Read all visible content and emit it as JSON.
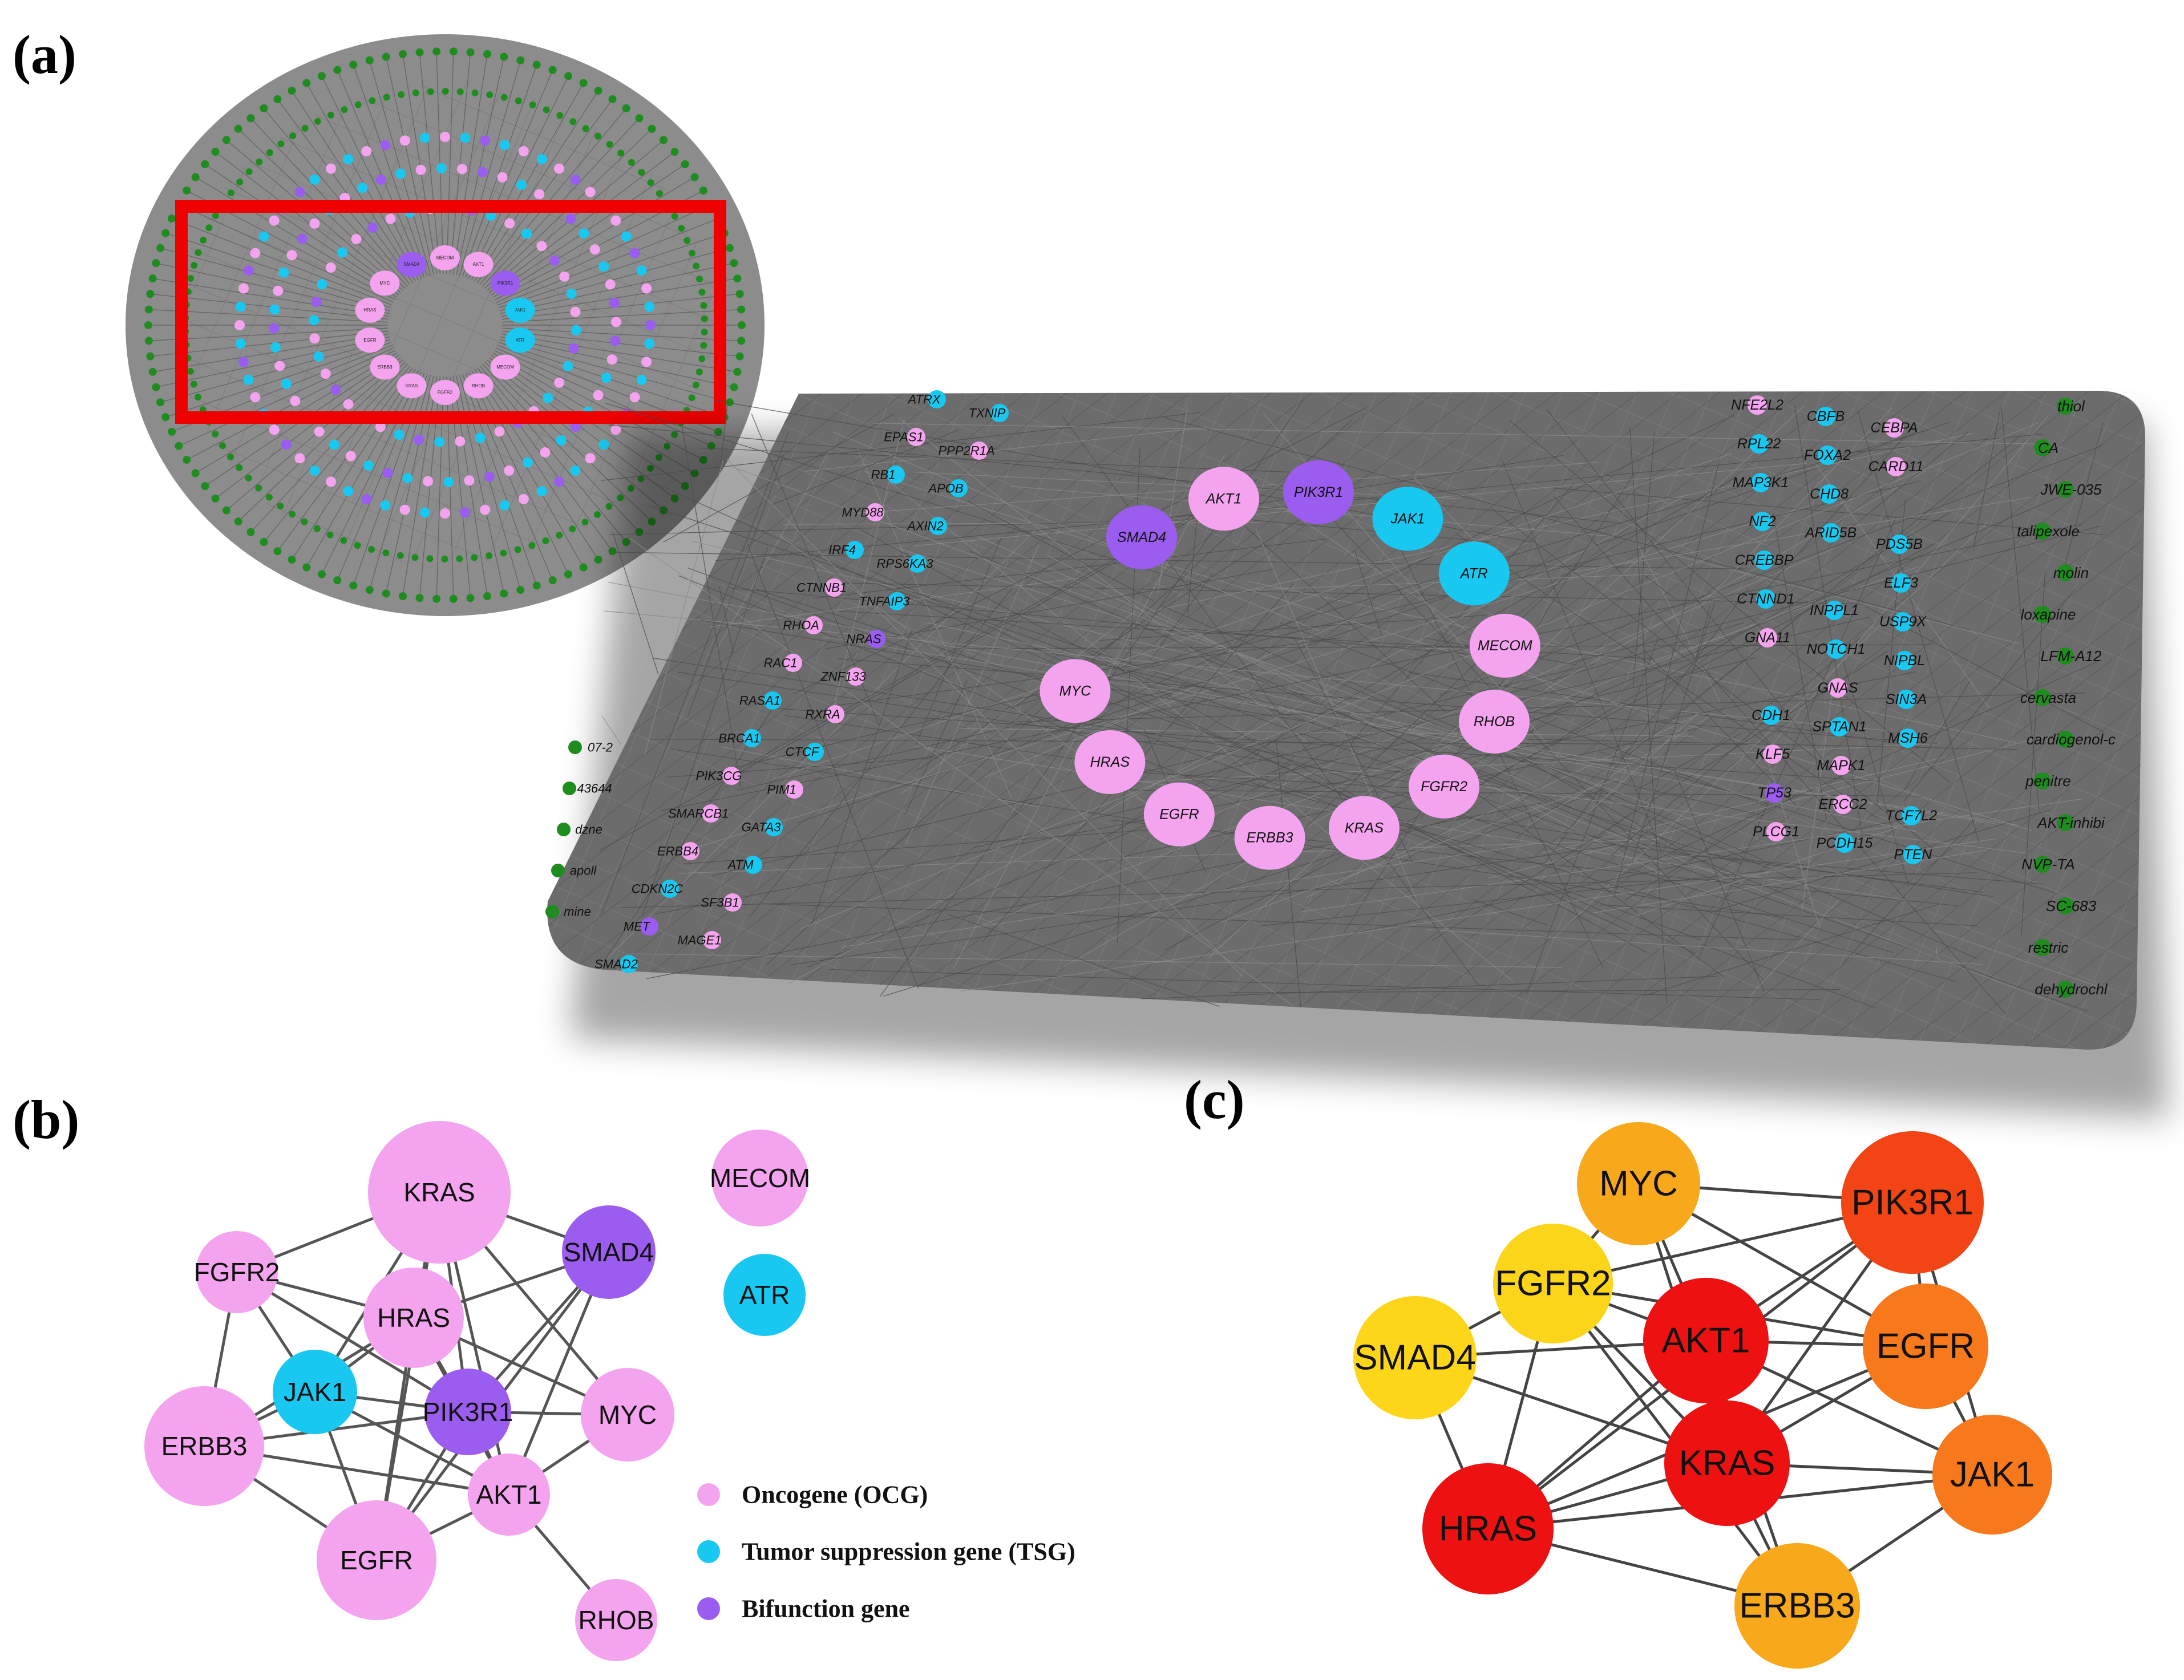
{
  "colors": {
    "oncogene": "#f4a4ef",
    "tsg": "#18c8f0",
    "bifunction": "#9b5cf0",
    "drug": "#1e8c1e",
    "edge": "#555555",
    "plate": "#6a6a6a",
    "highlight": "#ee0000"
  },
  "panel_labels": {
    "a": "(a)",
    "b": "(b)",
    "c": "(c)"
  },
  "panel_a": {
    "overview_labels": [
      "MECOM",
      "AKT1",
      "PIK3R1",
      "JAK1",
      "ATR",
      "MECOM",
      "RHOB",
      "FGFR2",
      "KRAS",
      "ERBB3",
      "EGFR",
      "HRAS",
      "MYC",
      "SMAD4"
    ],
    "inner_ring": [
      {
        "label": "SMAD4",
        "type": "bifunction"
      },
      {
        "label": "AKT1",
        "type": "oncogene"
      },
      {
        "label": "PIK3R1",
        "type": "bifunction"
      },
      {
        "label": "JAK1",
        "type": "tsg"
      },
      {
        "label": "ATR",
        "type": "tsg"
      },
      {
        "label": "MECOM",
        "type": "oncogene"
      },
      {
        "label": "RHOB",
        "type": "oncogene"
      },
      {
        "label": "FGFR2",
        "type": "oncogene"
      },
      {
        "label": "KRAS",
        "type": "oncogene"
      },
      {
        "label": "ERBB3",
        "type": "oncogene"
      },
      {
        "label": "EGFR",
        "type": "oncogene"
      },
      {
        "label": "HRAS",
        "type": "oncogene"
      },
      {
        "label": "MYC",
        "type": "oncogene"
      }
    ],
    "left_genes": [
      {
        "label": "ATRX",
        "type": "tsg"
      },
      {
        "label": "TXNIP",
        "type": "tsg"
      },
      {
        "label": "EPAS1",
        "type": "oncogene"
      },
      {
        "label": "PPP2R1A",
        "type": "oncogene"
      },
      {
        "label": "RB1",
        "type": "tsg"
      },
      {
        "label": "APOB",
        "type": "tsg"
      },
      {
        "label": "MYD88",
        "type": "oncogene"
      },
      {
        "label": "AXIN2",
        "type": "tsg"
      },
      {
        "label": "IRF4",
        "type": "tsg"
      },
      {
        "label": "RPS6KA3",
        "type": "tsg"
      },
      {
        "label": "CTNNB1",
        "type": "oncogene"
      },
      {
        "label": "TNFAIP3",
        "type": "tsg"
      },
      {
        "label": "RHOA",
        "type": "oncogene"
      },
      {
        "label": "NRAS",
        "type": "bifunction"
      },
      {
        "label": "RAC1",
        "type": "oncogene"
      },
      {
        "label": "ZNF133",
        "type": "oncogene"
      },
      {
        "label": "RASA1",
        "type": "tsg"
      },
      {
        "label": "RXRA",
        "type": "oncogene"
      },
      {
        "label": "BRCA1",
        "type": "tsg"
      },
      {
        "label": "CTCF",
        "type": "tsg"
      },
      {
        "label": "PIK3CG",
        "type": "oncogene"
      },
      {
        "label": "PIM1",
        "type": "oncogene"
      },
      {
        "label": "SMARCB1",
        "type": "oncogene"
      },
      {
        "label": "GATA3",
        "type": "tsg"
      },
      {
        "label": "ERBB4",
        "type": "oncogene"
      },
      {
        "label": "ATM",
        "type": "tsg"
      },
      {
        "label": "CDKN2C",
        "type": "tsg"
      },
      {
        "label": "SF3B1",
        "type": "oncogene"
      },
      {
        "label": "MET",
        "type": "bifunction"
      },
      {
        "label": "MAGE1",
        "type": "oncogene"
      },
      {
        "label": "SMAD2",
        "type": "tsg"
      }
    ],
    "left_edge_fragments": [
      "07-2",
      "43644",
      "dzne",
      "apoll",
      "mine"
    ],
    "right_genes": [
      {
        "label": "NFE2L2",
        "type": "oncogene"
      },
      {
        "label": "CBFB",
        "type": "tsg"
      },
      {
        "label": "CEBPA",
        "type": "oncogene"
      },
      {
        "label": "RPL22",
        "type": "tsg"
      },
      {
        "label": "FOXA2",
        "type": "tsg"
      },
      {
        "label": "CARD11",
        "type": "oncogene"
      },
      {
        "label": "MAP3K1",
        "type": "tsg"
      },
      {
        "label": "CHD8",
        "type": "tsg"
      },
      {
        "label": "PDS5B",
        "type": "tsg"
      },
      {
        "label": "NF2",
        "type": "tsg"
      },
      {
        "label": "ARID5B",
        "type": "tsg"
      },
      {
        "label": "ELF3",
        "type": "tsg"
      },
      {
        "label": "CREBBP",
        "type": "tsg"
      },
      {
        "label": "INPPL1",
        "type": "tsg"
      },
      {
        "label": "USP9X",
        "type": "tsg"
      },
      {
        "label": "CTNND1",
        "type": "tsg"
      },
      {
        "label": "NOTCH1",
        "type": "tsg"
      },
      {
        "label": "NIPBL",
        "type": "tsg"
      },
      {
        "label": "GNA11",
        "type": "oncogene"
      },
      {
        "label": "GNAS",
        "type": "oncogene"
      },
      {
        "label": "SIN3A",
        "type": "tsg"
      },
      {
        "label": "CDH1",
        "type": "tsg"
      },
      {
        "label": "SPTAN1",
        "type": "tsg"
      },
      {
        "label": "MSH6",
        "type": "tsg"
      },
      {
        "label": "KLF5",
        "type": "oncogene"
      },
      {
        "label": "MAPK1",
        "type": "oncogene"
      },
      {
        "label": "TCF7L2",
        "type": "tsg"
      },
      {
        "label": "TP53",
        "type": "bifunction"
      },
      {
        "label": "ERCC2",
        "type": "oncogene"
      },
      {
        "label": "PTEN",
        "type": "tsg"
      },
      {
        "label": "PLCG1",
        "type": "oncogene"
      },
      {
        "label": "PCDH15",
        "type": "tsg"
      }
    ],
    "right_drugs": [
      "thiol",
      "CA",
      "JWE-035",
      "talipexole",
      "molin",
      "loxapine",
      "LFM-A12",
      "cervasta",
      "cardiogenol-c",
      "penitre",
      "AKT-inhibi",
      "NVP-TA",
      "SC-683",
      "restric",
      "dehydrochl"
    ]
  },
  "panel_b": {
    "nodes": [
      {
        "id": "KRAS",
        "type": "oncogene"
      },
      {
        "id": "FGFR2",
        "type": "oncogene"
      },
      {
        "id": "SMAD4",
        "type": "bifunction"
      },
      {
        "id": "HRAS",
        "type": "oncogene"
      },
      {
        "id": "JAK1",
        "type": "tsg"
      },
      {
        "id": "PIK3R1",
        "type": "bifunction"
      },
      {
        "id": "MYC",
        "type": "oncogene"
      },
      {
        "id": "ERBB3",
        "type": "oncogene"
      },
      {
        "id": "AKT1",
        "type": "oncogene"
      },
      {
        "id": "EGFR",
        "type": "oncogene"
      },
      {
        "id": "RHOB",
        "type": "oncogene"
      },
      {
        "id": "MECOM",
        "type": "oncogene"
      },
      {
        "id": "ATR",
        "type": "tsg"
      }
    ],
    "edges": [
      [
        "KRAS",
        "FGFR2"
      ],
      [
        "KRAS",
        "SMAD4"
      ],
      [
        "KRAS",
        "HRAS"
      ],
      [
        "KRAS",
        "JAK1"
      ],
      [
        "KRAS",
        "PIK3R1"
      ],
      [
        "KRAS",
        "MYC"
      ],
      [
        "KRAS",
        "AKT1"
      ],
      [
        "KRAS",
        "EGFR"
      ],
      [
        "FGFR2",
        "HRAS"
      ],
      [
        "FGFR2",
        "JAK1"
      ],
      [
        "FGFR2",
        "PIK3R1"
      ],
      [
        "FGFR2",
        "ERBB3"
      ],
      [
        "SMAD4",
        "HRAS"
      ],
      [
        "SMAD4",
        "PIK3R1"
      ],
      [
        "SMAD4",
        "AKT1"
      ],
      [
        "SMAD4",
        "EGFR"
      ],
      [
        "HRAS",
        "JAK1"
      ],
      [
        "HRAS",
        "PIK3R1"
      ],
      [
        "HRAS",
        "MYC"
      ],
      [
        "HRAS",
        "AKT1"
      ],
      [
        "HRAS",
        "EGFR"
      ],
      [
        "HRAS",
        "ERBB3"
      ],
      [
        "JAK1",
        "ERBB3"
      ],
      [
        "JAK1",
        "PIK3R1"
      ],
      [
        "JAK1",
        "EGFR"
      ],
      [
        "JAK1",
        "AKT1"
      ],
      [
        "PIK3R1",
        "MYC"
      ],
      [
        "PIK3R1",
        "ERBB3"
      ],
      [
        "PIK3R1",
        "AKT1"
      ],
      [
        "PIK3R1",
        "EGFR"
      ],
      [
        "MYC",
        "AKT1"
      ],
      [
        "ERBB3",
        "AKT1"
      ],
      [
        "ERBB3",
        "EGFR"
      ],
      [
        "EGFR",
        "AKT1"
      ],
      [
        "AKT1",
        "RHOB"
      ]
    ],
    "legend": [
      {
        "type": "oncogene",
        "label": "Oncogene (OCG)"
      },
      {
        "type": "tsg",
        "label": "Tumor suppression gene (TSG)"
      },
      {
        "type": "bifunction",
        "label": "Bifunction gene"
      }
    ]
  },
  "panel_c": {
    "nodes": [
      {
        "id": "MYC",
        "color": "#f7a81b"
      },
      {
        "id": "PIK3R1",
        "color": "#f24414"
      },
      {
        "id": "FGFR2",
        "color": "#fbd51a"
      },
      {
        "id": "SMAD4",
        "color": "#fdd61a"
      },
      {
        "id": "AKT1",
        "color": "#ee1111"
      },
      {
        "id": "EGFR",
        "color": "#f8781c"
      },
      {
        "id": "KRAS",
        "color": "#ee1111"
      },
      {
        "id": "JAK1",
        "color": "#f8781c"
      },
      {
        "id": "HRAS",
        "color": "#ee1111"
      },
      {
        "id": "ERBB3",
        "color": "#f7a81b"
      }
    ],
    "edges": [
      [
        "MYC",
        "PIK3R1"
      ],
      [
        "MYC",
        "FGFR2"
      ],
      [
        "MYC",
        "AKT1"
      ],
      [
        "MYC",
        "EGFR"
      ],
      [
        "MYC",
        "KRAS"
      ],
      [
        "PIK3R1",
        "FGFR2"
      ],
      [
        "PIK3R1",
        "AKT1"
      ],
      [
        "PIK3R1",
        "EGFR"
      ],
      [
        "PIK3R1",
        "KRAS"
      ],
      [
        "PIK3R1",
        "JAK1"
      ],
      [
        "PIK3R1",
        "HRAS"
      ],
      [
        "FGFR2",
        "SMAD4"
      ],
      [
        "FGFR2",
        "AKT1"
      ],
      [
        "FGFR2",
        "EGFR"
      ],
      [
        "FGFR2",
        "KRAS"
      ],
      [
        "FGFR2",
        "HRAS"
      ],
      [
        "FGFR2",
        "ERBB3"
      ],
      [
        "SMAD4",
        "AKT1"
      ],
      [
        "SMAD4",
        "KRAS"
      ],
      [
        "SMAD4",
        "HRAS"
      ],
      [
        "AKT1",
        "EGFR"
      ],
      [
        "AKT1",
        "KRAS"
      ],
      [
        "AKT1",
        "JAK1"
      ],
      [
        "AKT1",
        "HRAS"
      ],
      [
        "AKT1",
        "ERBB3"
      ],
      [
        "EGFR",
        "KRAS"
      ],
      [
        "EGFR",
        "JAK1"
      ],
      [
        "EGFR",
        "HRAS"
      ],
      [
        "KRAS",
        "JAK1"
      ],
      [
        "KRAS",
        "HRAS"
      ],
      [
        "KRAS",
        "ERBB3"
      ],
      [
        "JAK1",
        "ERBB3"
      ],
      [
        "JAK1",
        "HRAS"
      ],
      [
        "HRAS",
        "ERBB3"
      ]
    ]
  }
}
